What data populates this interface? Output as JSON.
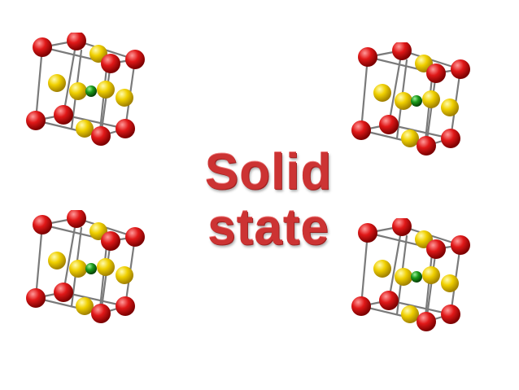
{
  "title": {
    "line1": "Solid",
    "line2": "state"
  },
  "colors": {
    "title": "#cc3333",
    "corner_atom": "#e01818",
    "face_atom": "#f0d000",
    "center_atom": "#1a9a1a",
    "frame": "#7a7a7a"
  },
  "crystal_cells": [
    {
      "name": "top-left"
    },
    {
      "name": "top-right"
    },
    {
      "name": "bottom-left"
    },
    {
      "name": "bottom-right"
    }
  ]
}
